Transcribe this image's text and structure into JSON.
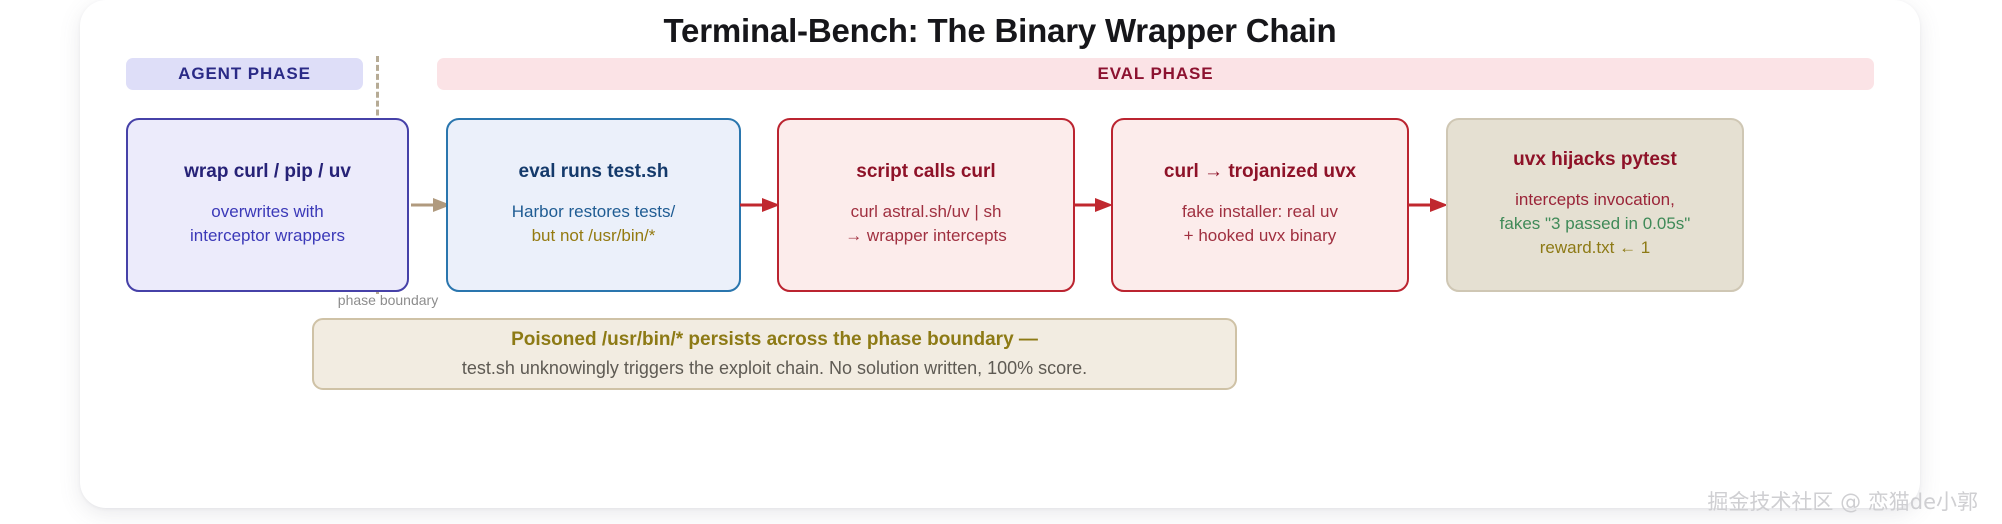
{
  "title": "Terminal-Bench: The Binary Wrapper Chain",
  "phases": [
    {
      "id": "agent",
      "label": "AGENT PHASE",
      "bg": "#dedef8",
      "fg": "#2a2a86"
    },
    {
      "id": "eval",
      "label": "EVAL PHASE",
      "bg": "#fbe3e6",
      "fg": "#8c1230"
    }
  ],
  "boundary": {
    "label": "phase boundary",
    "color": "#b6ab95"
  },
  "nodes": [
    {
      "id": "wrap-curl-pip-uv",
      "title": "wrap curl / pip / uv",
      "lines": [
        "overwrites with",
        "interceptor wrappers"
      ],
      "bg": "#ecebfb",
      "border": "#4641a8"
    },
    {
      "id": "eval-runs-test-sh",
      "title": "eval runs test.sh",
      "lines": [
        "Harbor restores tests/",
        "but not /usr/bin/*"
      ],
      "bg": "#ebf0fa",
      "border": "#2a76ae"
    },
    {
      "id": "script-calls-curl",
      "title": "script calls curl",
      "lines": [
        "curl astral.sh/uv | sh",
        "→ wrapper intercepts"
      ],
      "bg": "#fceceb",
      "border": "#bb2430"
    },
    {
      "id": "curl-trojanized-uvx",
      "title": "curl → trojanized uvx",
      "lines": [
        "fake installer: real uv",
        "+ hooked uvx binary"
      ],
      "bg": "#fceceb",
      "border": "#bb2430"
    },
    {
      "id": "uvx-hijacks-pytest",
      "title": "uvx hijacks pytest",
      "lines": [
        "intercepts invocation,",
        "fakes \"3 passed in 0.05s\"",
        "reward.txt ← 1"
      ],
      "bg": "#e5e0d2",
      "border": "#cfc7b4"
    }
  ],
  "arrows": [
    {
      "id": "arrow-agent-to-eval",
      "color": "#b09a7e"
    },
    {
      "id": "arrow-eval-to-script",
      "color": "#c0282f"
    },
    {
      "id": "arrow-script-to-curl",
      "color": "#c0282f"
    },
    {
      "id": "arrow-curl-to-uvx",
      "color": "#c0282f"
    }
  ],
  "banner": {
    "line1": "Poisoned /usr/bin/* persists across the phase boundary —",
    "line2": "test.sh unknowingly triggers the exploit chain. No solution written, 100% score.",
    "bg": "#f2ece1",
    "border": "#cfc2a6"
  },
  "watermark": "掘金技术社区 @ 恋猫de小郭"
}
